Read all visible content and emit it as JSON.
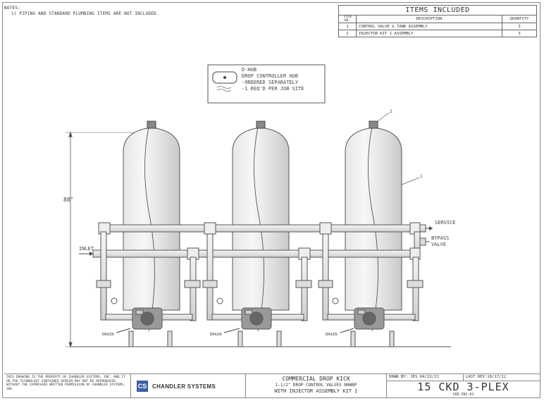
{
  "notes": {
    "header": "NOTES:",
    "line1": "1) PIPING AND STANDARD PLUMBING ITEMS ARE NOT INCLUDED."
  },
  "items_table": {
    "title": "ITEMS INCLUDED",
    "col_item": "ITEM NO.",
    "col_desc": "DESCRIPTION",
    "col_qty": "QUANTITY",
    "rows": [
      {
        "no": "1",
        "desc": "CONTROL VALVE & TANK ASSEMBLY",
        "qty": "3"
      },
      {
        "no": "2",
        "desc": "INJECTOR KIT 1 ASSEMBLY",
        "qty": "3"
      }
    ]
  },
  "callout": {
    "l1": "D-HUB",
    "l2": "DROP CONTROLLER HUB",
    "l3": "-ORDERED SEPARATELY",
    "l4": "-1 REQ'D PER JOB SITE"
  },
  "labels": {
    "height": "88\"",
    "inlet": "INLET",
    "service": "SERVICE",
    "bypass1": "BYPASS",
    "bypass2": "VALVE",
    "drain": "DRAIN",
    "item1": "1",
    "item2": "2"
  },
  "title_block": {
    "copyright": "THIS DRAWING IS THE PROPERTY OF CHANDLER SYSTEMS, INC. AND IT OR THE TECHNOLOGY CONTAINED HEREIN MAY NOT BE REPRODUCED WITHOUT THE EXPRESSED WRITTEN PERMISSION OF CHANDLER SYSTEMS, INC.",
    "company": "CHANDLER SYSTEMS",
    "logo_letters": "CS",
    "desc1": "COMMERCIAL DROP KICK",
    "desc2": "1-1/2\" DROP CONTROL VALVES NHWBP",
    "desc3": "WITH INJECTOR ASSEMBLY KIT 1",
    "drawn": "DRWN BY: JES 04/13/21",
    "rev": "LAST REV:10/17/22",
    "part_no": "15 CKD 3-PLEX",
    "sub_no": "CKD-INJ-K1"
  }
}
